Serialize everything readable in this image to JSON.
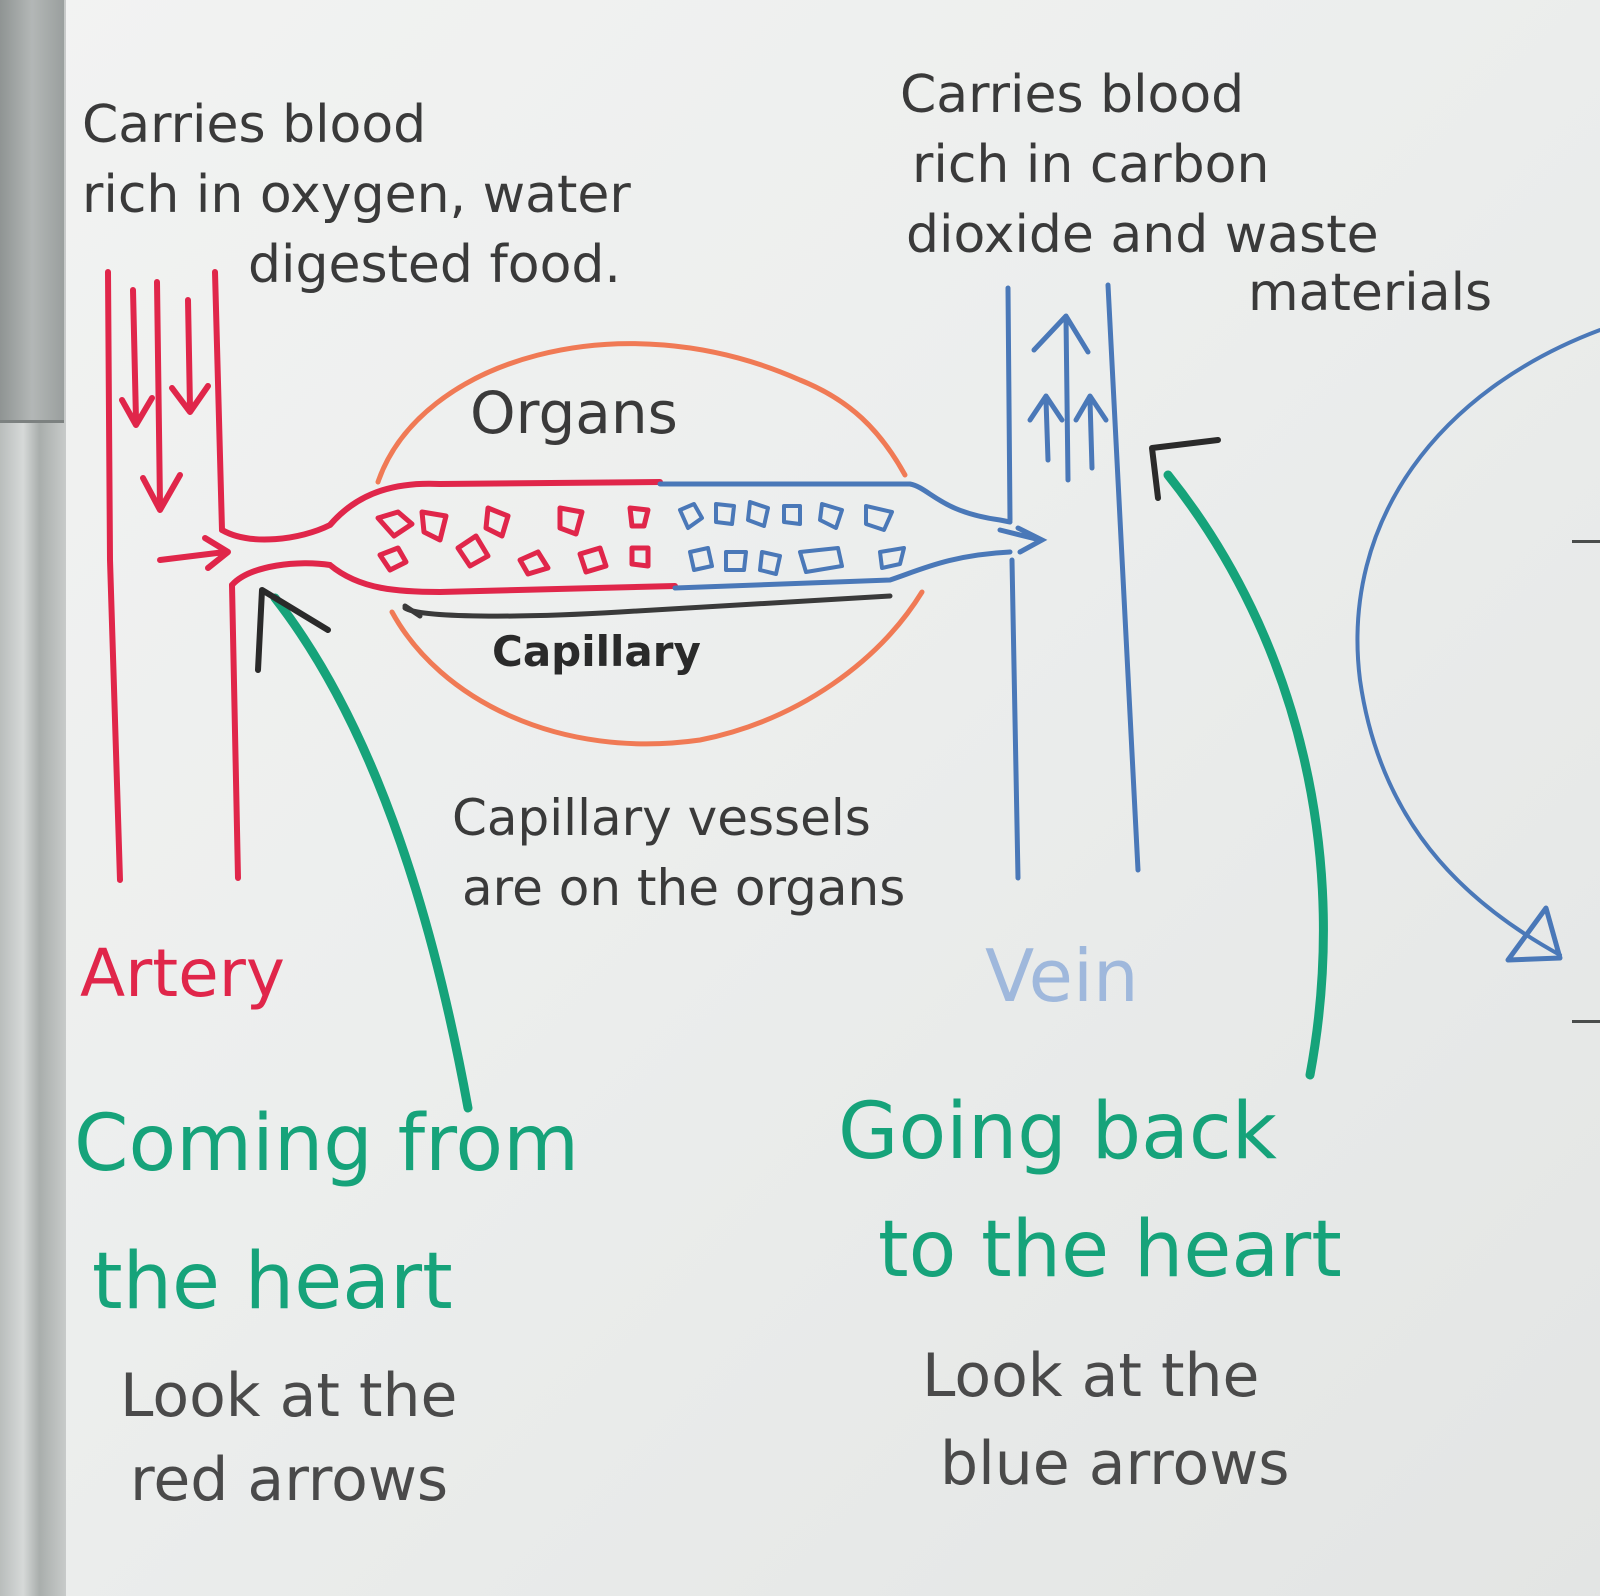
{
  "artery": {
    "description_lines": [
      "Carries blood",
      "rich in oxygen, water",
      "digested food."
    ],
    "label": "Artery",
    "heading_lines": [
      "Coming from",
      "the heart"
    ],
    "hint_lines": [
      "Look at the",
      "red arrows"
    ]
  },
  "vein": {
    "description_lines": [
      "Carries blood",
      "rich in carbon",
      "dioxide and waste",
      "materials"
    ],
    "label": "Vein",
    "heading_lines": [
      "Going back",
      "to the heart"
    ],
    "hint_lines": [
      "Look at the",
      "blue arrows"
    ]
  },
  "organs": {
    "label": "Organs",
    "capillary_label": "Capillary",
    "note_lines": [
      "Capillary vessels",
      "are on the organs"
    ]
  },
  "colors": {
    "artery_red": "#e0264a",
    "vein_blue": "#4a78b8",
    "organ_orange": "#f07a55",
    "note_green": "#16a37a",
    "ink_black": "#3a3a3a"
  }
}
